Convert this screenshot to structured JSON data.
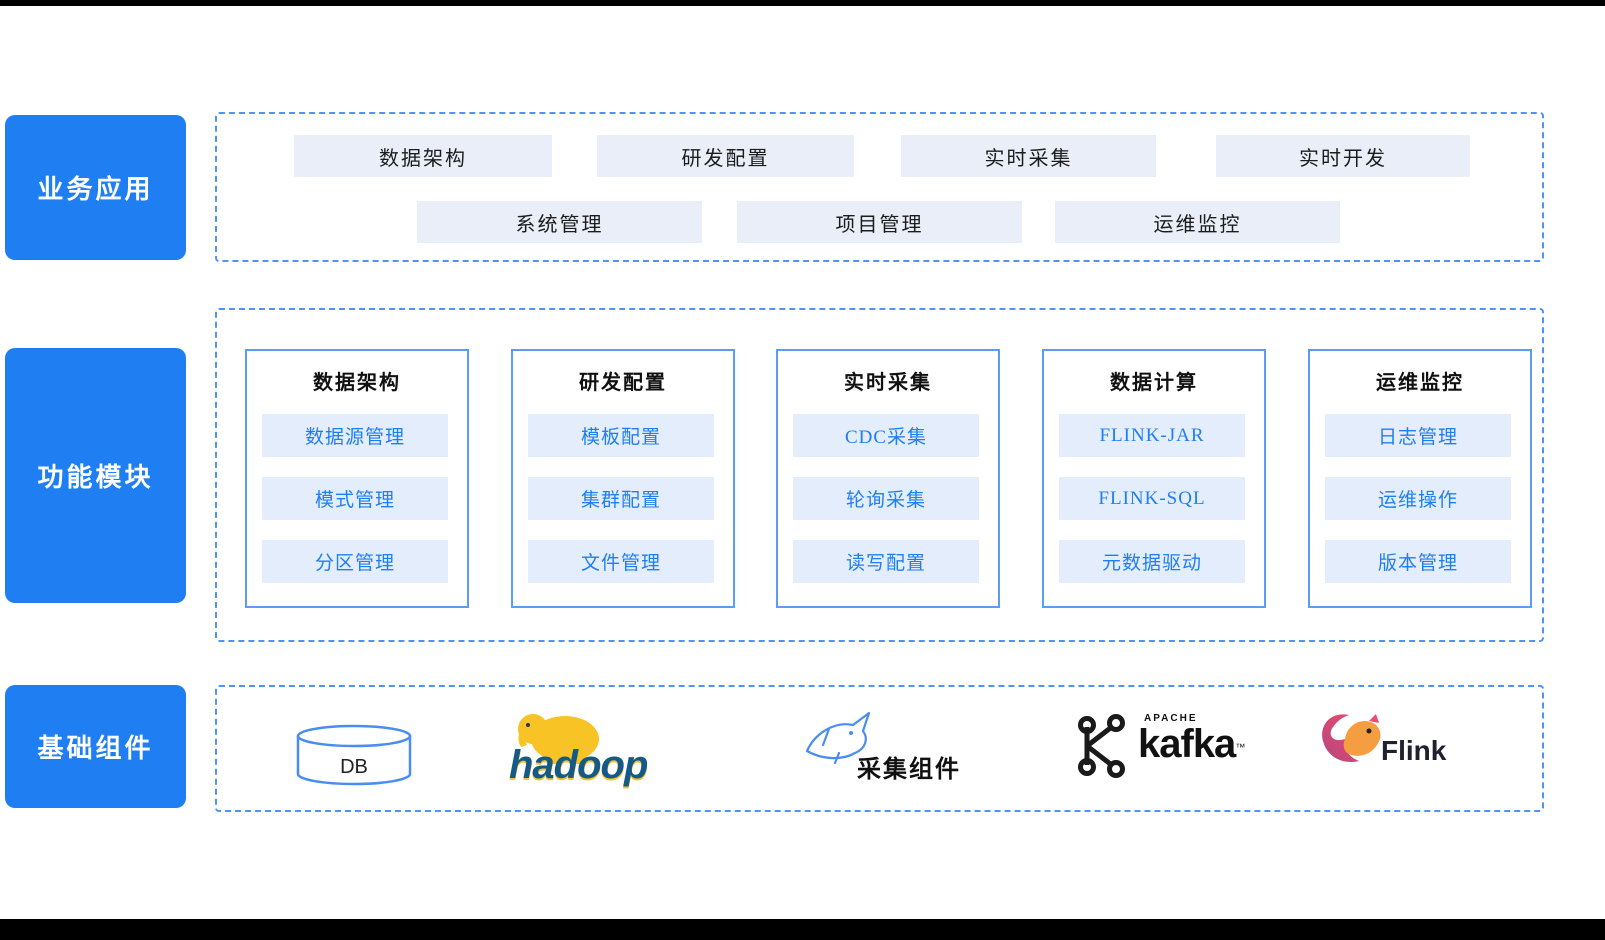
{
  "business": {
    "label": "业务应用",
    "row1": [
      "数据架构",
      "研发配置",
      "实时采集",
      "实时开发"
    ],
    "row2": [
      "系统管理",
      "项目管理",
      "运维监控"
    ]
  },
  "modules": {
    "label": "功能模块",
    "columns": [
      {
        "title": "数据架构",
        "items": [
          "数据源管理",
          "模式管理",
          "分区管理"
        ]
      },
      {
        "title": "研发配置",
        "items": [
          "模板配置",
          "集群配置",
          "文件管理"
        ]
      },
      {
        "title": "实时采集",
        "items": [
          "CDC采集",
          "轮询采集",
          "读写配置"
        ]
      },
      {
        "title": "数据计算",
        "items": [
          "FLINK-JAR",
          "FLINK-SQL",
          "元数据驱动"
        ]
      },
      {
        "title": "运维监控",
        "items": [
          "日志管理",
          "运维操作",
          "版本管理"
        ]
      }
    ]
  },
  "components": {
    "label": "基础组件",
    "db": "DB",
    "hadoop": "hadoop",
    "collector": "采集组件",
    "kafka_brand": "APACHE",
    "kafka": "kafka",
    "kafka_tm": "™",
    "flink": "Flink"
  },
  "colors": {
    "accent": "#1f7ff2",
    "dashed_border": "#4f94f5",
    "column_border": "#5b9cf8",
    "button_bg": "#e9eef8",
    "item_bg": "#e4edfb",
    "item_text": "#1f7ff2"
  }
}
